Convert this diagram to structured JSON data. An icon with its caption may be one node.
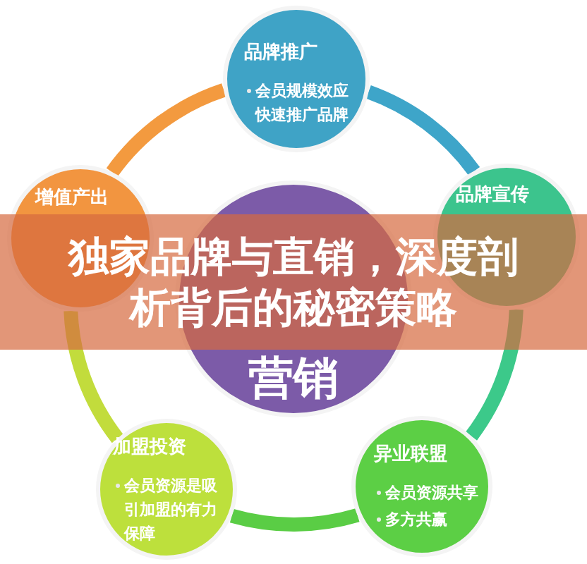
{
  "diagram": {
    "title": "独家品牌与直销，深度剖析背后的秘密策略",
    "nodes": [
      {
        "text": [
          "品牌推广",
          "会员规模效应快速推广品牌"
        ]
      },
      {
        "text": [
          "增值产出"
        ]
      },
      {
        "text": [
          "品牌宣传"
        ]
      },
      {
        "text": [
          "营销"
        ]
      },
      {
        "text": [
          "加盟投资",
          "会员资源是吸引加盟的有力保障"
        ]
      },
      {
        "text": [
          "异业联盟",
          "会员资源共享",
          "多方共赢"
        ]
      }
    ],
    "edges": [
      {
        "from": 0,
        "to": 2,
        "arrow": "none",
        "color": "#3ea5c9"
      },
      {
        "from": 2,
        "to": 5,
        "arrow": "none",
        "color": "#3cc98a"
      },
      {
        "from": 5,
        "to": 4,
        "arrow": "none",
        "color": "#5acd45"
      },
      {
        "from": 4,
        "to": 1,
        "arrow": "none",
        "color": "#c2dc3c"
      },
      {
        "from": 1,
        "to": 0,
        "arrow": "none",
        "color": "#f39a3f"
      }
    ]
  }
}
